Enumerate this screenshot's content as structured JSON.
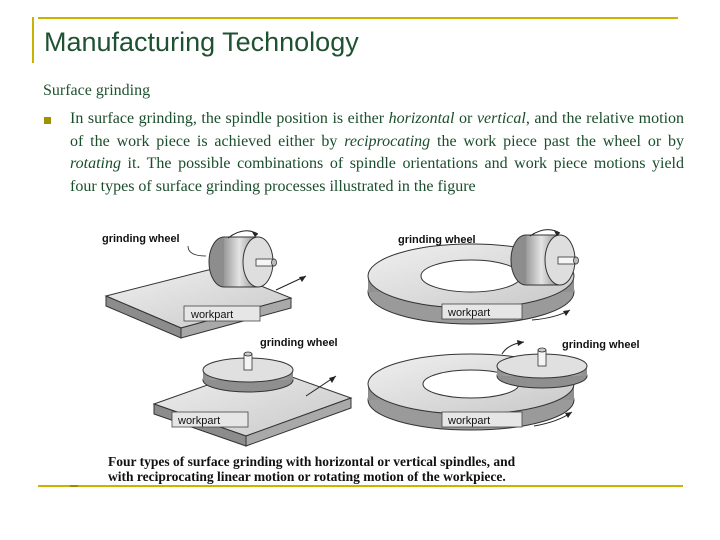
{
  "slide": {
    "title": "Manufacturing Technology",
    "subheading": "Surface grinding",
    "paragraph": {
      "p1": "In surface grinding, the spindle position is either ",
      "e1": "horizontal",
      "p2": " or ",
      "e2": "vertical",
      "p3": ", and the relative motion of the work piece is achieved either by ",
      "e3": "reciprocating",
      "p4": " the work piece past the wheel or by ",
      "e4": "rotating",
      "p5": " it. The possible combinations of spindle orientations and work piece motions yield four types of surface grinding processes illustrated in the figure"
    }
  },
  "figure": {
    "labels": {
      "wheel_a": "grinding wheel",
      "work_a": "workpart",
      "wheel_b": "grinding wheel",
      "work_b": "workpart",
      "wheel_c": "grinding wheel",
      "work_c": "workpart",
      "wheel_d": "grinding wheel",
      "work_d": "workpart"
    },
    "caption": {
      "line1": "Four types of surface grinding with horizontal or vertical spindles, and",
      "line2": "with reciprocating linear motion or rotating motion of the workpiece."
    }
  }
}
